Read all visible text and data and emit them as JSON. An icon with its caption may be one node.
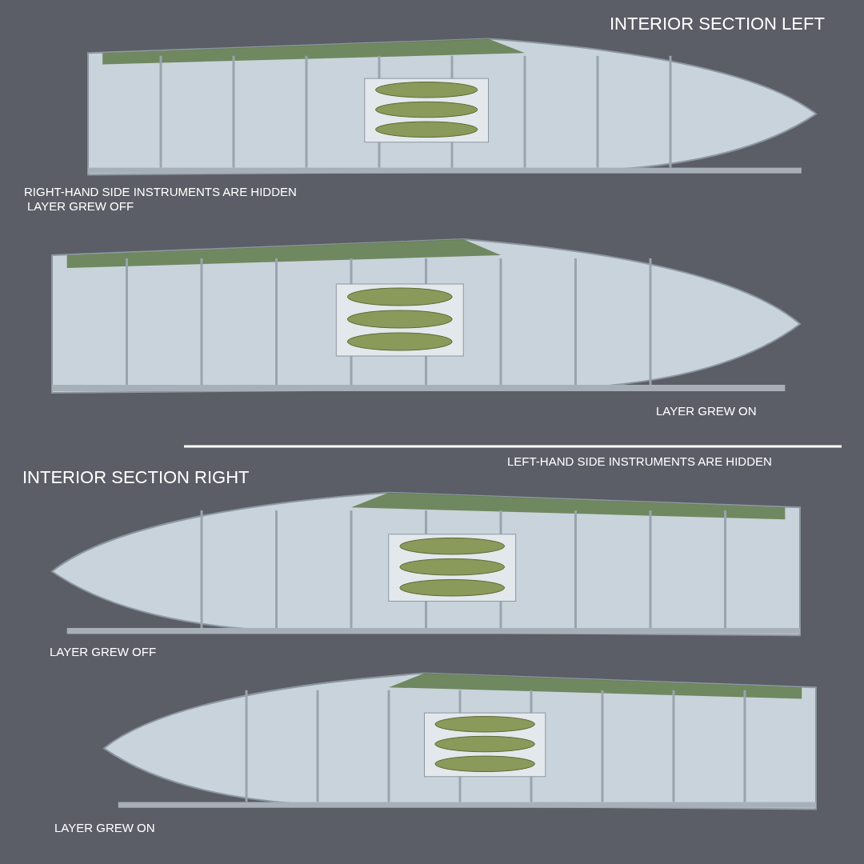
{
  "diagram": {
    "labels": [
      "INTERIOR SECTION LEFT",
      "RIGHT-HAND SIDE INSTRUMENTS ARE HIDDEN",
      "LAYER GREW OFF",
      "LAYER GREW ON",
      "LEFT-HAND SIDE INSTRUMENTS ARE HIDDEN",
      "INTERIOR SECTION RIGHT",
      "LAYER GREW OFF",
      "LAYER GREW ON"
    ]
  }
}
